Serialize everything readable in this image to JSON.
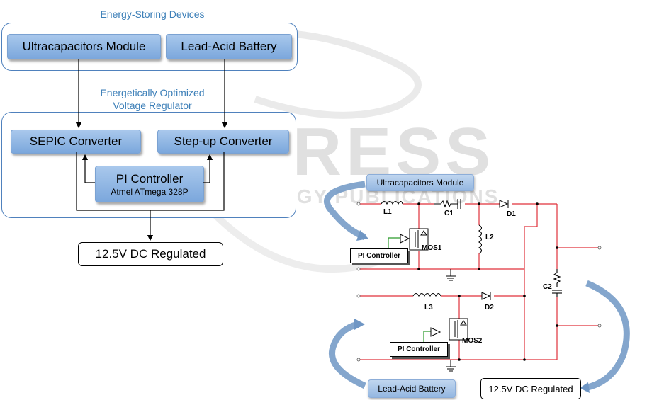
{
  "watermark": {
    "main": "SCITEPRESS",
    "sub": "SCIENCE AND TECHNOLOGY PUBLICATIONS"
  },
  "block_diagram": {
    "group1_title": "Energy-Storing Devices",
    "ultracap": "Ultracapacitors Module",
    "battery": "Lead-Acid Battery",
    "group2_title_line1": "Energetically Optimized",
    "group2_title_line2": "Voltage Regulator",
    "sepic": "SEPIC Converter",
    "stepup": "Step-up Converter",
    "pi_title": "PI Controller",
    "pi_sub": "Atmel ATmega 328P",
    "output": "12.5V DC Regulated"
  },
  "circuit": {
    "top_input": "Ultracapacitors Module",
    "bottom_input": "Lead-Acid Battery",
    "output": "12.5V DC Regulated",
    "pi1": "PI Controller",
    "pi2": "PI Controller",
    "L1": "L1",
    "C1": "C1",
    "D1": "D1",
    "L2": "L2",
    "MOS1": "MOS1",
    "C2": "C2",
    "L3": "L3",
    "D2": "D2",
    "MOS2": "MOS2"
  },
  "colors": {
    "accent": "#4f81bd",
    "wire_red": "#e0303a",
    "wire_green": "#2a9a2a",
    "arrow_blue": "#6f96c4"
  }
}
